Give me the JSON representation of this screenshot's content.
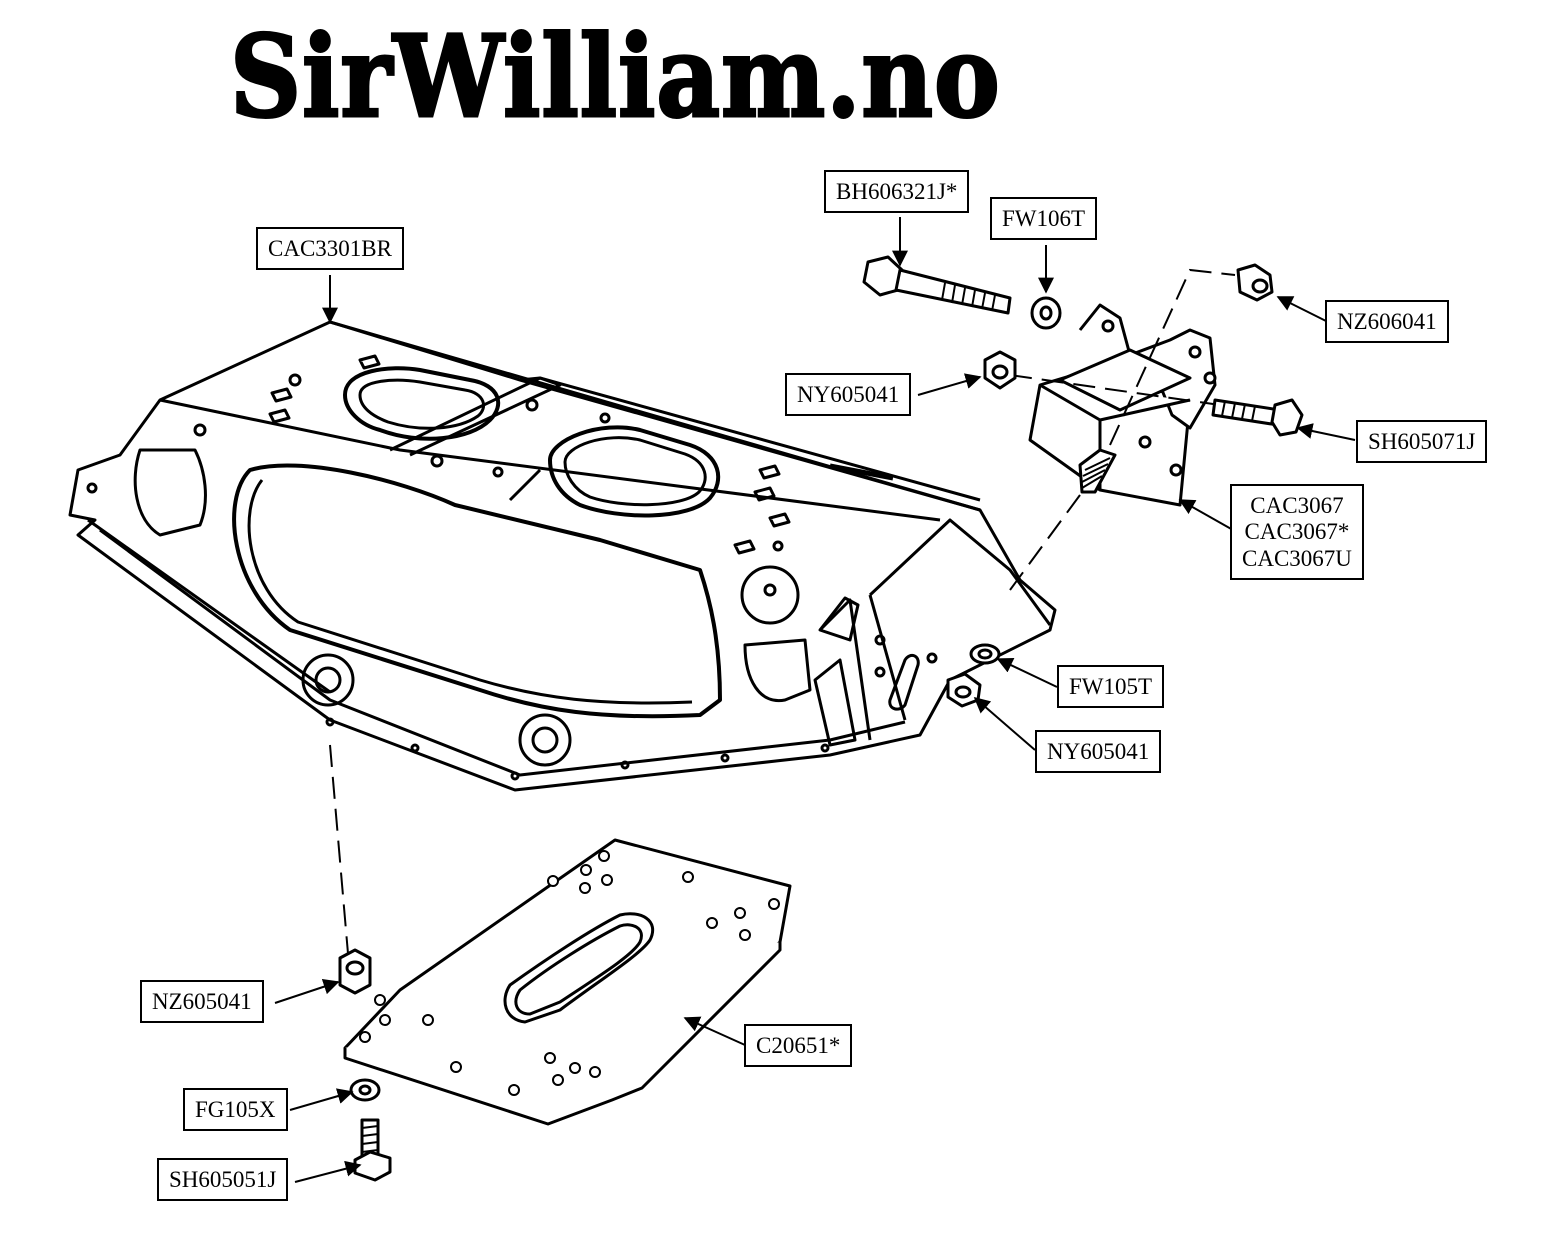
{
  "logo": "SirWilliam.no",
  "parts": {
    "chassis": "CAC3301BR",
    "bolt_long": "BH606321J*",
    "washer_top": "FW106T",
    "nut_top_right": "NZ606041",
    "nut_left_bracket": "NY605041",
    "bolt_right": "SH605071J",
    "bracket": [
      "CAC3067",
      "CAC3067*",
      "CAC3067U"
    ],
    "washer_lower": "FW105T",
    "nut_lower": "NY605041",
    "plate": "C20651*",
    "nut_plate": "NZ605041",
    "washer_plate": "FG105X",
    "bolt_plate": "SH605051J"
  }
}
